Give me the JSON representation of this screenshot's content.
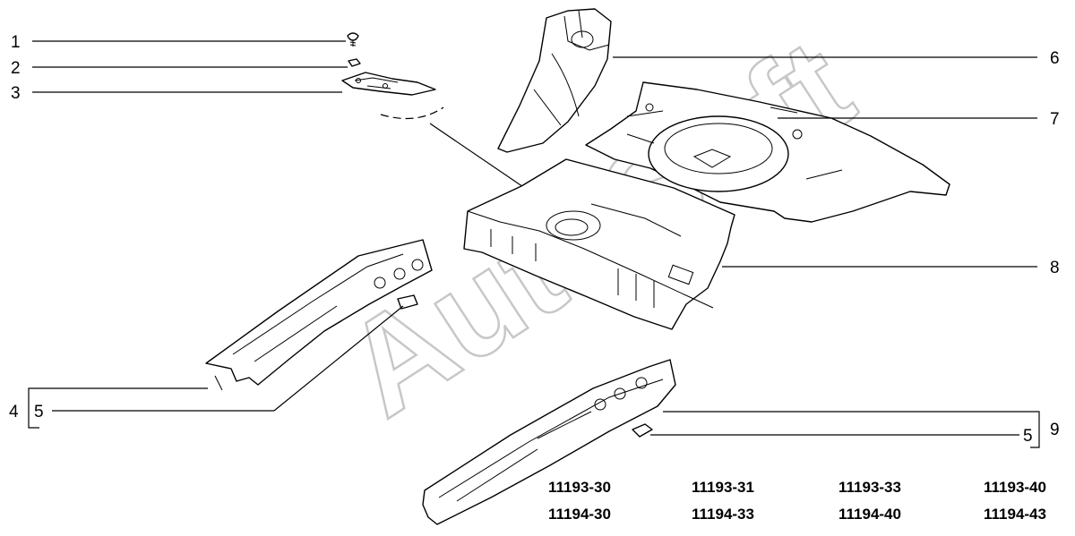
{
  "diagram": {
    "callouts": {
      "c1": "1",
      "c2": "2",
      "c3": "3",
      "c4": "4",
      "c5_left": "5",
      "c6": "6",
      "c7": "7",
      "c8": "8",
      "c5_right": "5",
      "c9": "9"
    },
    "model_codes": {
      "row1": [
        "11193-30",
        "11193-31",
        "11193-33",
        "11193-40"
      ],
      "row2": [
        "11194-30",
        "11194-33",
        "11194-40",
        "11194-43"
      ]
    },
    "watermark": "AutoSoft"
  }
}
